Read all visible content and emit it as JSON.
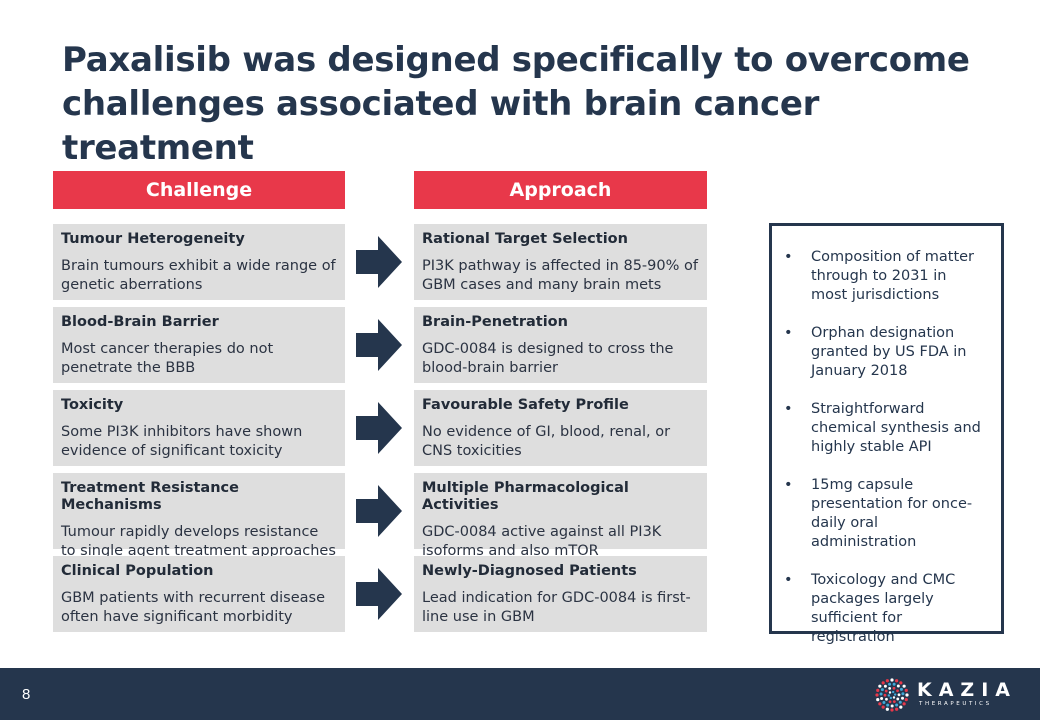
{
  "title": "Paxalisib was designed specifically to overcome challenges associated with brain cancer treatment",
  "columns": {
    "challenge": "Challenge",
    "approach": "Approach"
  },
  "rows": [
    {
      "challenge_head": "Tumour Heterogeneity",
      "challenge_body": "Brain tumours exhibit a wide range of genetic aberrations",
      "approach_head": "Rational Target Selection",
      "approach_body": "PI3K pathway is affected in 85-90% of GBM cases and many brain mets"
    },
    {
      "challenge_head": "Blood-Brain Barrier",
      "challenge_body": "Most cancer therapies do not penetrate the BBB",
      "approach_head": "Brain-Penetration",
      "approach_body": "GDC-0084 is designed to cross the blood-brain barrier"
    },
    {
      "challenge_head": "Toxicity",
      "challenge_body": "Some PI3K inhibitors have shown evidence of significant toxicity",
      "approach_head": "Favourable Safety Profile",
      "approach_body": "No evidence of GI, blood, renal, or CNS toxicities"
    },
    {
      "challenge_head": "Treatment Resistance Mechanisms",
      "challenge_body": "Tumour rapidly develops resistance to single agent treatment approaches",
      "approach_head": "Multiple Pharmacological Activities",
      "approach_body": "GDC-0084 active against all PI3K isoforms and also mTOR"
    },
    {
      "challenge_head": "Clinical Population",
      "challenge_body": "GBM patients with recurrent disease often have significant morbidity",
      "approach_head": "Newly-Diagnosed Patients",
      "approach_body": "Lead indication for GDC-0084 is first-line use in GBM"
    }
  ],
  "side_bullets": [
    "Composition of matter through to 2031 in most jurisdictions",
    "Orphan designation granted by US FDA in January 2018",
    "Straightforward chemical synthesis and highly stable API",
    "15mg capsule presentation for once-daily oral administration",
    "Toxicology and CMC packages largely sufficient for registration"
  ],
  "bullet_char": "•",
  "footer": {
    "page_number": "8",
    "logo_word": "KAZIA",
    "logo_sub": "THERAPEUTICS"
  },
  "colors": {
    "navy": "#25364d",
    "red": "#e8384a",
    "box_gray": "#dedede"
  }
}
